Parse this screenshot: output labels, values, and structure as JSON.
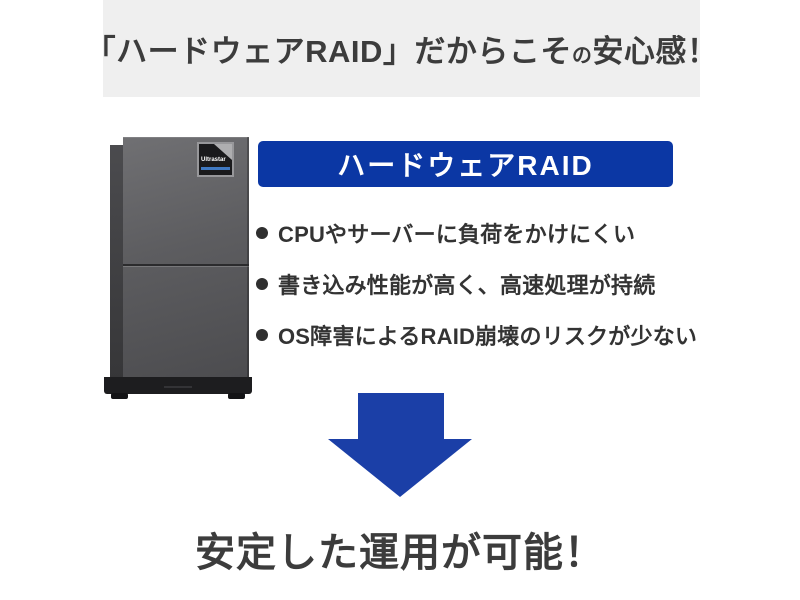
{
  "banner": {
    "part1": "「ハードウェアRAID」",
    "part2": "だからこそ",
    "small_no": "の",
    "part3": "安心感！",
    "bg_color": "#efefef",
    "text_color": "#3c3c3c"
  },
  "product": {
    "kind": "external-raid-hdd-tower",
    "badge_brand": "Ultrastar"
  },
  "feature_panel": {
    "title": "ハードウェアRAID",
    "title_bg_color": "#0b37a4",
    "title_text_color": "#ffffff",
    "bullets": [
      "CPUやサーバーに負荷をかけにくい",
      "書き込み性能が高く、高速処理が持続",
      "OS障害によるRAID崩壊のリスクが少ない"
    ],
    "bullet_text_color": "#333333"
  },
  "arrow": {
    "direction": "down",
    "color": "#1b3fa7"
  },
  "conclusion": {
    "text": "安定した運用が可能！",
    "text_color": "#3c3c3c"
  }
}
